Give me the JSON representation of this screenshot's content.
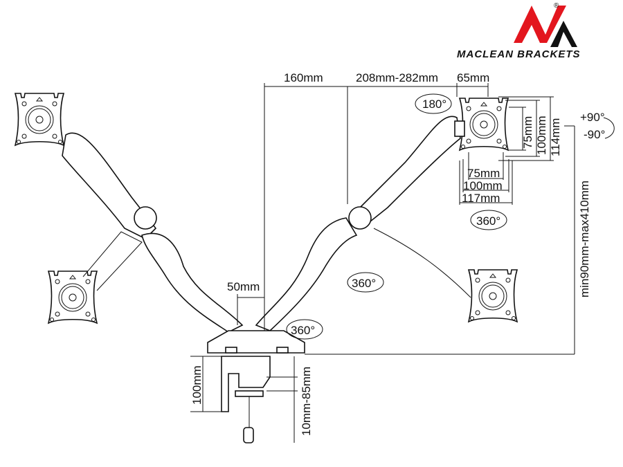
{
  "brand": {
    "name": "MACLEAN BRACKETS",
    "registered": "®",
    "accent_color": "#e3161e"
  },
  "dimensions": {
    "arm_offset": "160mm",
    "arm_reach": "208mm-282mm",
    "plate_offset": "65mm",
    "pole_gap": "50mm",
    "height_range": "min90mm-max410mm",
    "clamp_height": "100mm",
    "clamp_range": "10mm-85mm",
    "vesa_v_75": "75mm",
    "vesa_v_100": "100mm",
    "plate_v_114": "114mm",
    "vesa_h_75": "75mm",
    "vesa_h_100": "100mm",
    "plate_h_117": "117mm"
  },
  "rotations": {
    "tilt_180": "180°",
    "tilt_plus": "+90°",
    "tilt_minus": "-90°",
    "swivel_plate": "360°",
    "swivel_elbow": "360°",
    "swivel_base": "360°"
  }
}
